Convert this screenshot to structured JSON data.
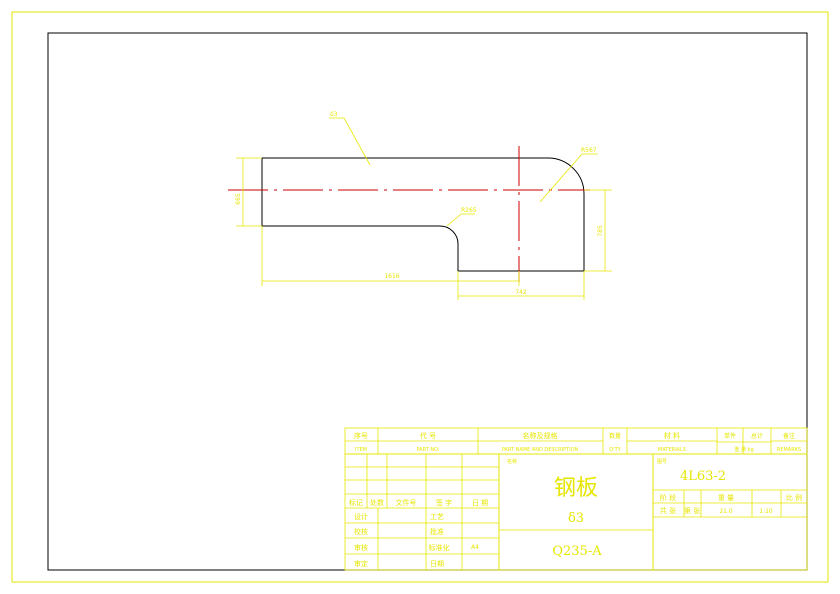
{
  "drawing": {
    "leader_thickness": "δ3",
    "leader_r_top": "R567",
    "leader_r_inner": "R265",
    "dim_height_left": "665",
    "dim_height_right": "785",
    "dim_length": "1616",
    "dim_bottom": "742"
  },
  "title_block": {
    "header": {
      "seq_cn": "序号",
      "seq_en": "ITEM",
      "code_cn": "代  号",
      "code_en": "PART NO.",
      "name_cn": "名称及规格",
      "name_en": "PART NAME AND DESCRIPTION",
      "qty_cn": "数量",
      "qty_en": "Q'TY",
      "material_cn": "材  料",
      "material_en": "MATERIALS",
      "unit_weight": "单件",
      "total_weight": "总计",
      "weight_label": "重  量  kg",
      "remark_cn": "备注",
      "remark_en": "REMARKS"
    },
    "revision_labels": {
      "mark": "标记",
      "count": "处数",
      "doc_no": "文件号",
      "sign": "签  字",
      "date": "日  期"
    },
    "approval_rows": {
      "design": "设计",
      "check": "校核",
      "audit": "审核",
      "approve": "审定",
      "process": "工艺",
      "standard": "标准化",
      "approver": "批准",
      "date": "日期",
      "format": "A4"
    },
    "part_name": "钢板",
    "part_thickness": "δ3",
    "part_material": "Q235-A",
    "drawing_no": "4L63-2",
    "small_tag_left": "名称",
    "small_tag_right": "图号",
    "stage": "阶  段",
    "weight": "重  量",
    "scale": "比  例",
    "sheet_total": "共  张",
    "sheet_no": "第  张",
    "weight_value": "21.0",
    "scale_value": "1:10"
  }
}
